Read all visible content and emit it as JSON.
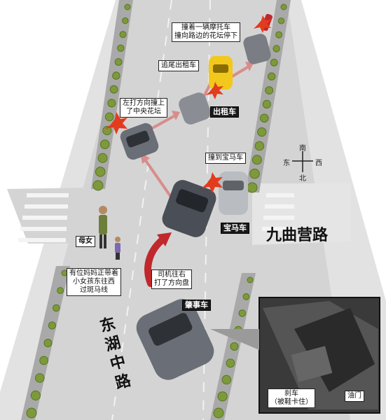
{
  "labels": {
    "motorbike": "撞着一辆摩托车\n撞向路边的花坛停下",
    "chase_taxi": "追尾出租车",
    "taxi": "出租车",
    "hit_median": "左打方向撞上\n了中央花坛",
    "hit_bmw": "撞到宝马车",
    "bmw": "宝马车",
    "mother_daughter": "母女",
    "pedestrian_note": "有位妈妈正带着\n小女孩东往西\n过斑马线",
    "driver_turn": "司机往右\n打了方向盘",
    "culprit_car": "肇事车",
    "brake": "刹车\n（被鞋卡住）",
    "throttle": "油门"
  },
  "roads": {
    "main": "东湖中路",
    "cross": "九曲营路"
  },
  "compass": {
    "north": "南",
    "south": "北",
    "east": "西",
    "west": "东"
  },
  "colors": {
    "road": "#d6d6d6",
    "curb": "#b7b7b7",
    "median": "#9e9e9e",
    "arrow_dark": "#c0282c",
    "arrow_light": "#d98c8c",
    "car_grey": "#6a6e76",
    "taxi": "#f2c81c",
    "bmw": "#b9bcc0"
  }
}
